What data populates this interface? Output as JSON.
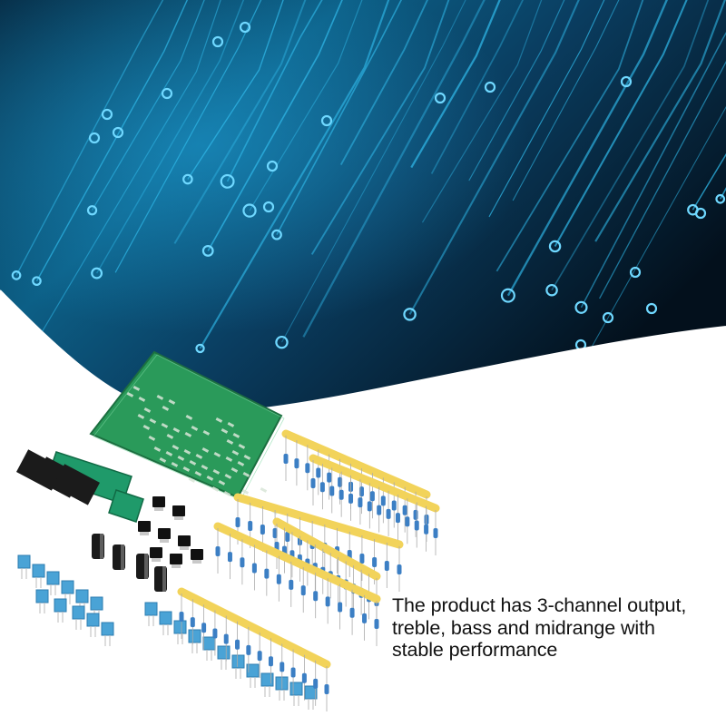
{
  "caption": {
    "lines": [
      "The product has 3-channel output,",
      "treble, bass and midrange with",
      "stable performance"
    ]
  },
  "colors": {
    "banner_dark": "#04101d",
    "banner_mid": "#0a3d60",
    "circuit_line": "#2fb6e6",
    "pcb_green": "#2a9a5a",
    "capacitor_blue": "#4aa3d6",
    "tape_yellow": "#f2d35a"
  }
}
